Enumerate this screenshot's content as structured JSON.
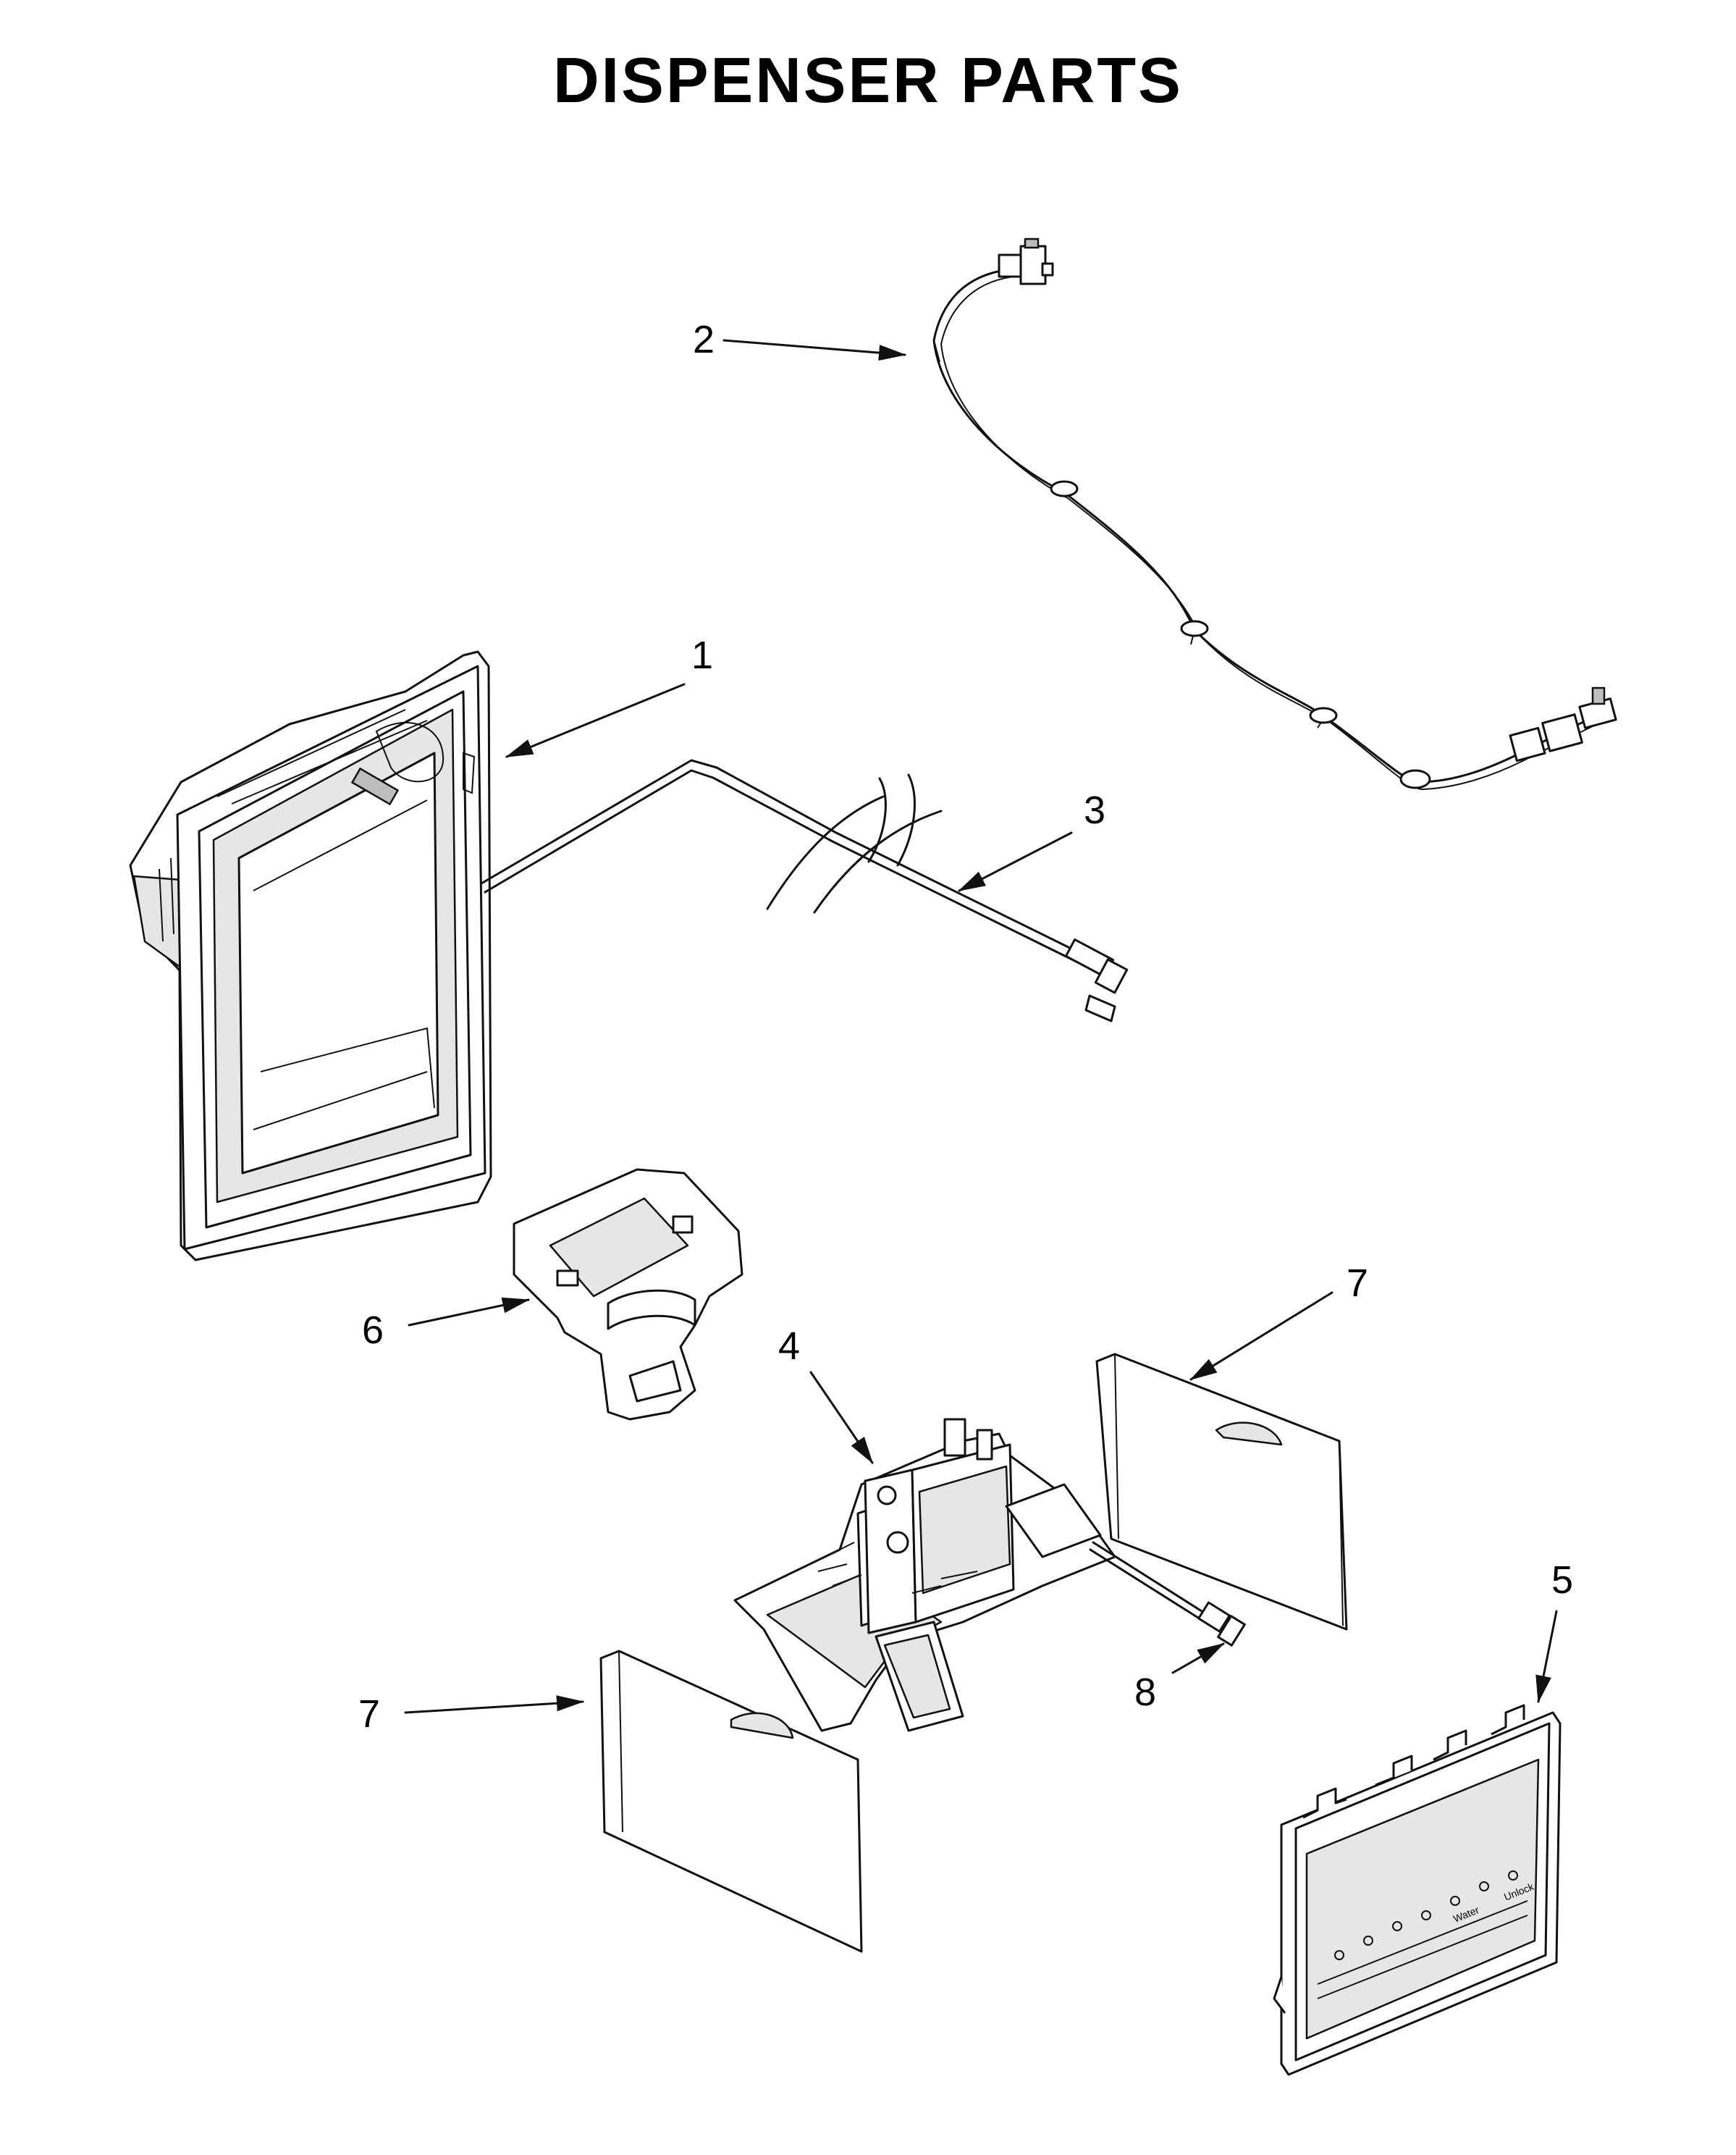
{
  "title": "DISPENSER PARTS",
  "callouts": [
    "1",
    "2",
    "3",
    "4",
    "5",
    "6",
    "7",
    "7",
    "8"
  ],
  "panel_labels": [
    "Water",
    "Unlock"
  ]
}
